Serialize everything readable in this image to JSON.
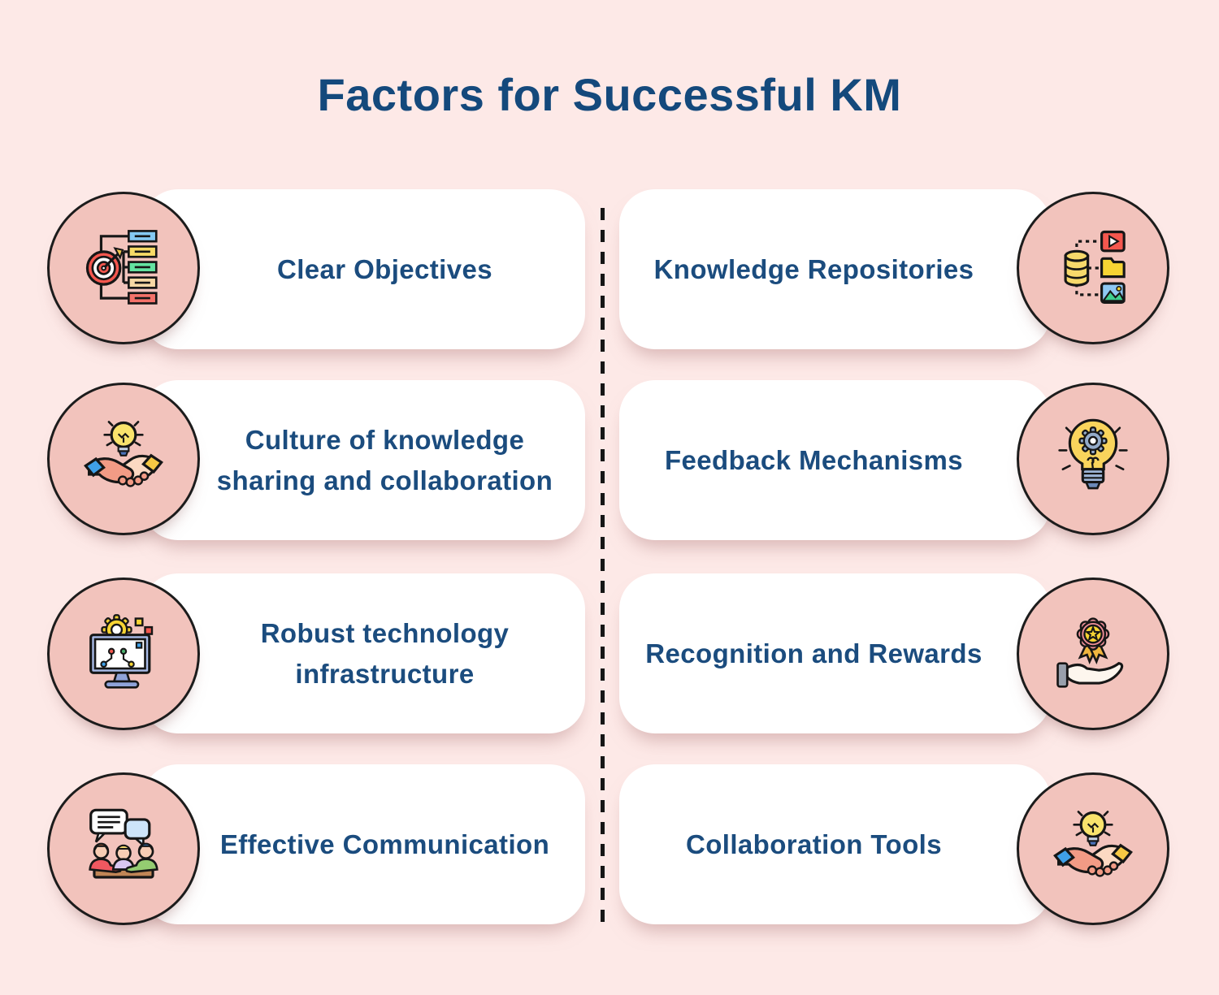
{
  "page": {
    "title": "Factors for Successful KM",
    "background_color": "#fde9e7",
    "card_color": "#ffffff",
    "circle_fill_color": "#f2c3bc",
    "text_color": "#1b4c7e",
    "title_color": "#14497c",
    "divider_color": "#161616"
  },
  "cards": [
    {
      "label": "Clear Objectives",
      "icon": "target-flowchart-icon",
      "side": "left"
    },
    {
      "label": "Culture of knowledge sharing and collaboration",
      "icon": "handshake-lightbulb-icon",
      "side": "left"
    },
    {
      "label": "Robust technology infrastructure",
      "icon": "monitor-gear-icon",
      "side": "left"
    },
    {
      "label": "Effective Communication",
      "icon": "team-discussion-icon",
      "side": "left"
    },
    {
      "label": "Knowledge Repositories",
      "icon": "database-media-icon",
      "side": "right"
    },
    {
      "label": "Feedback Mechanisms",
      "icon": "lightbulb-gear-icon",
      "side": "right"
    },
    {
      "label": "Recognition and Rewards",
      "icon": "hand-award-icon",
      "side": "right"
    },
    {
      "label": "Collaboration Tools",
      "icon": "handshake-lightbulb-icon",
      "side": "right"
    }
  ]
}
